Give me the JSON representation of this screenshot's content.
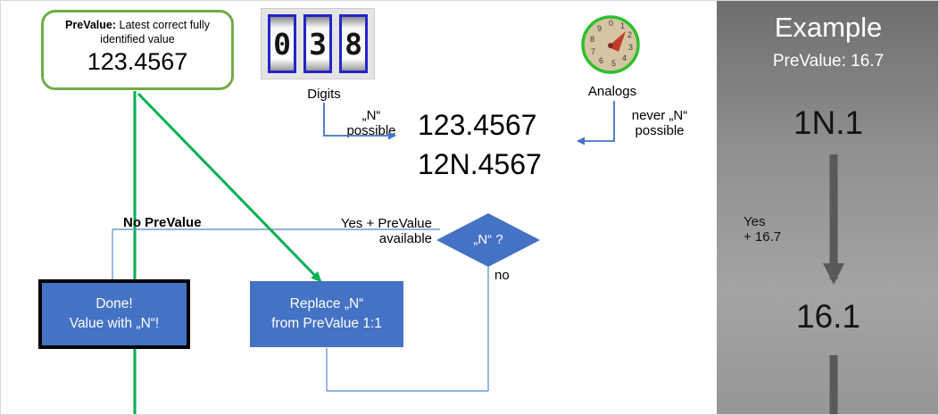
{
  "colors": {
    "green_arrow": "#00B050",
    "green_box_border": "#70AD47",
    "flow_blue": "#4472C4",
    "connector_blue": "#6C9BD2",
    "panel_arrow_gray": "#595959",
    "digit_frame_blue": "#2424c8",
    "gauge_ring_green": "#2fbf2f"
  },
  "prevalue_box": {
    "label": "PreValue:",
    "description": "Latest correct fully identified value",
    "value": "123.4567"
  },
  "digits": {
    "caption": "Digits",
    "digit_values": [
      "0",
      "3",
      "8"
    ],
    "note": "„N“\npossible"
  },
  "analogs": {
    "caption": "Analogs",
    "note": "never „N“\npossible"
  },
  "values": {
    "line1": "123.4567",
    "line2": "12N.4567"
  },
  "decision": {
    "label": "„N“ ?",
    "yes_label": "Yes + PreValue\navailable",
    "no_label": "no",
    "no_prevalue_label": "No PreValue"
  },
  "done_box": {
    "label": "Done!\nValue with „N“!"
  },
  "replace_box": {
    "label": "Replace „N“\nfrom PreValue 1:1"
  },
  "example_panel": {
    "title": "Example",
    "prevalue": "PreValue: 16.7",
    "value_before": "1N.1",
    "arrow_label": "Yes\n+ 16.7",
    "value_after": "16.1"
  }
}
